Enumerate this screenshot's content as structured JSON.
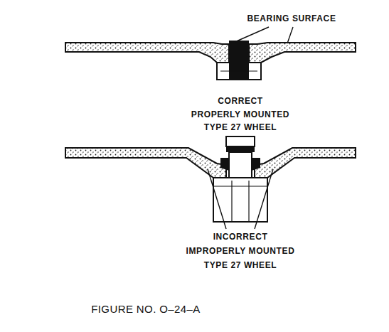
{
  "diagram": {
    "caption": "FIGURE NO. O–24–A",
    "labels": [
      "BEARING SURFACE",
      "CORRECT",
      "PROPERLY MOUNTED",
      "TYPE 27 WHEEL",
      "INCORRECT",
      "IMPROPERLY MOUNTED",
      "TYPE 27 WHEEL"
    ]
  }
}
